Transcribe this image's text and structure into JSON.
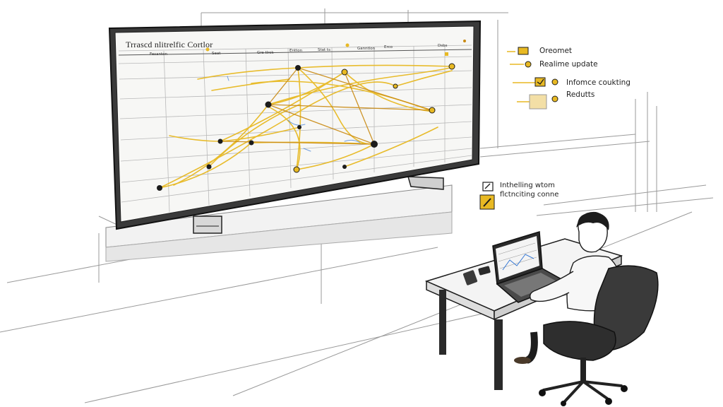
{
  "screen": {
    "title": "Trrascd nlitrelfic Cortlor",
    "header_labels": [
      "Fesanton",
      "Seat",
      "Gre tlrck",
      "Entton",
      "Stat ts",
      "Ganntlon",
      "Erco",
      "Dsbs"
    ]
  },
  "legend": {
    "items": [
      {
        "label": "Oreomet",
        "icon": "car-icon"
      },
      {
        "label": "Realime update",
        "icon": "dot-icon"
      },
      {
        "label": "Infomce coukting",
        "icon": "check-icon"
      },
      {
        "label": "Redutts",
        "icon": "note-icon"
      }
    ]
  },
  "status": {
    "line1": "Inthelling wtom",
    "line2": "flctnciting conne"
  },
  "colors": {
    "route": "#e8b923",
    "route_dark": "#c98a12",
    "ink": "#1c1c1c",
    "accent_blue": "#3a7bd5"
  }
}
